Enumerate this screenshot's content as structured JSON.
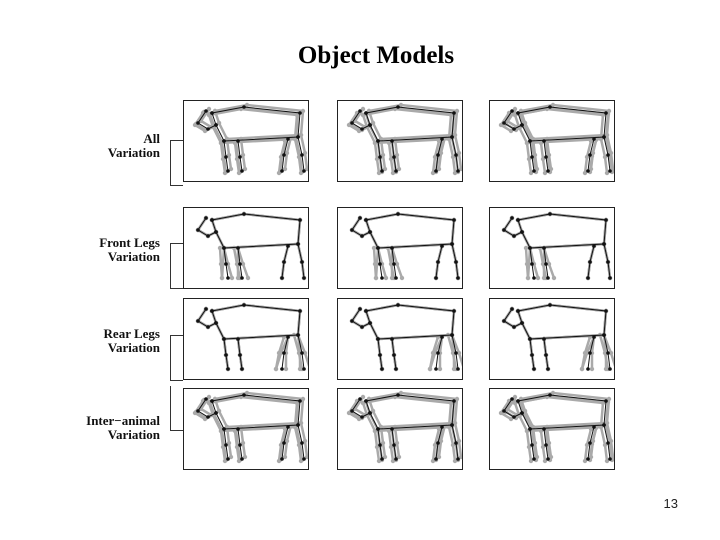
{
  "slide": {
    "title": "Object Models",
    "page_number": "13"
  },
  "rows": [
    {
      "id": "all",
      "label_line1": "All",
      "label_line2": "Variation",
      "variation": "all"
    },
    {
      "id": "front",
      "label_line1": "Front Legs",
      "label_line2": "Variation",
      "variation": "front"
    },
    {
      "id": "rear",
      "label_line1": "Rear Legs",
      "label_line2": "Variation",
      "variation": "rear"
    },
    {
      "id": "inter",
      "label_line1": "Inter−animal",
      "label_line2": "Variation",
      "variation": "inter"
    }
  ],
  "colors": {
    "model_line": "#111111",
    "joint": "#000000",
    "variation": "#aaaaaa"
  }
}
